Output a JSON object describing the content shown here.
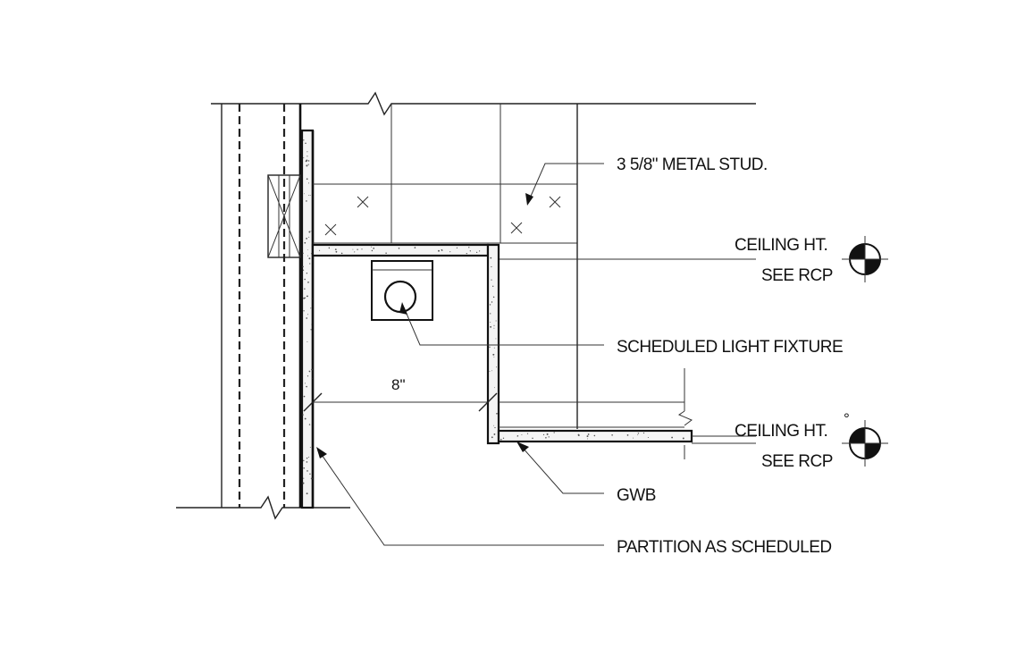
{
  "labels": {
    "metal_stud": "3 5/8\" METAL STUD.",
    "ceiling_ht_1": "CEILING HT.",
    "see_rcp_1": "SEE RCP",
    "light_fixture": "SCHEDULED LIGHT FIXTURE",
    "dimension": "8\"",
    "ceiling_ht_2": "CEILING HT.",
    "see_rcp_2": "SEE RCP",
    "gwb": "GWB",
    "partition": "PARTITION AS SCHEDULED"
  },
  "icons": {
    "elevation_marker": "ceiling-height-target-icon",
    "stud_marker": "x-mark-icon",
    "light_fixture": "recessed-light-icon"
  },
  "colors": {
    "line": "#222222",
    "background": "#ffffff"
  }
}
